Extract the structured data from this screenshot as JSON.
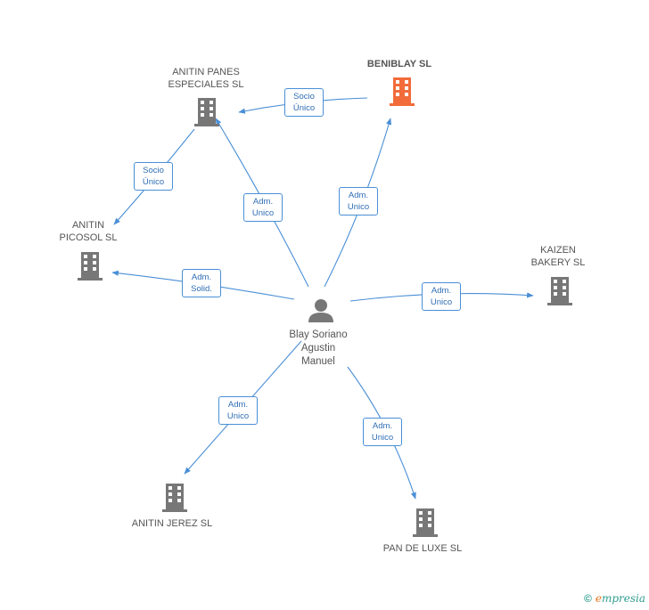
{
  "person": {
    "name": "Blay Soriano\nAgustin\nManuel"
  },
  "companies": {
    "beniblay": "BENIBLAY SL",
    "anitin_panes": "ANITIN PANES\nESPECIALES SL",
    "anitin_picosol": "ANITIN\nPICOSOL SL",
    "kaizen": "KAIZEN\nBAKERY SL",
    "anitin_jerez": "ANITIN JEREZ SL",
    "pan_de_luxe": "PAN DE LUXE SL"
  },
  "relations": {
    "socio_unico": "Socio\nÚnico",
    "adm_unico": "Adm.\nUnico",
    "adm_solid": "Adm.\nSolid."
  },
  "colors": {
    "edge": "#4a8fd6",
    "building": "#777777",
    "main_building": "#f26b3a"
  },
  "footer": {
    "copyright": "©",
    "brand_e": "e",
    "brand_rest": "mpresia"
  }
}
